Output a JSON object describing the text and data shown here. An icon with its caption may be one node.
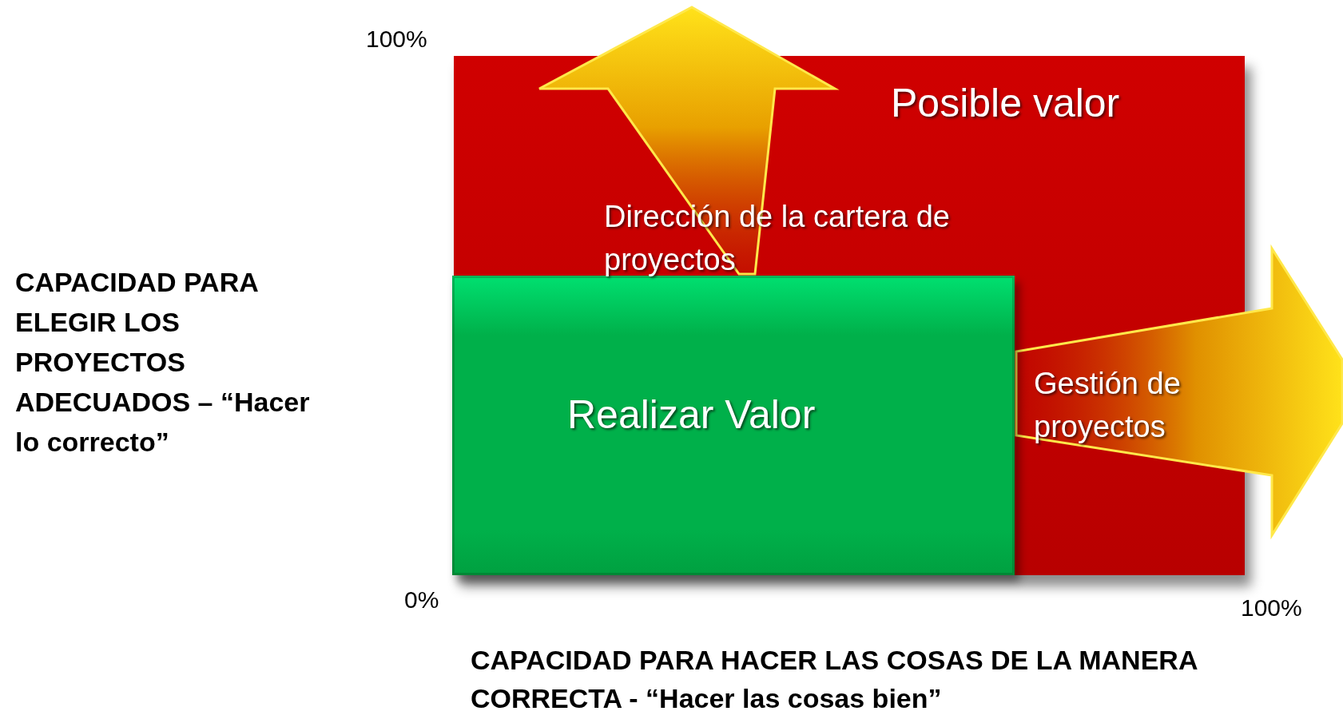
{
  "diagram": {
    "nodes": [
      {
        "text": [
          "Posible valor"
        ]
      },
      {
        "text": [
          "Realizar Valor"
        ],
        "in": 0
      }
    ],
    "labels": [
      "100%",
      "CAPACIDAD PARA ELEGIR LOS PROYECTOS ADECUADOS – “Hacer lo correcto”",
      "Dirección de la cartera de proyectos",
      "Gestión de proyectos",
      "0%",
      "100%",
      "CAPACIDAD PARA HACER LAS COSAS DE LA MANERA CORRECTA - “Hacer las cosas bien”"
    ]
  }
}
